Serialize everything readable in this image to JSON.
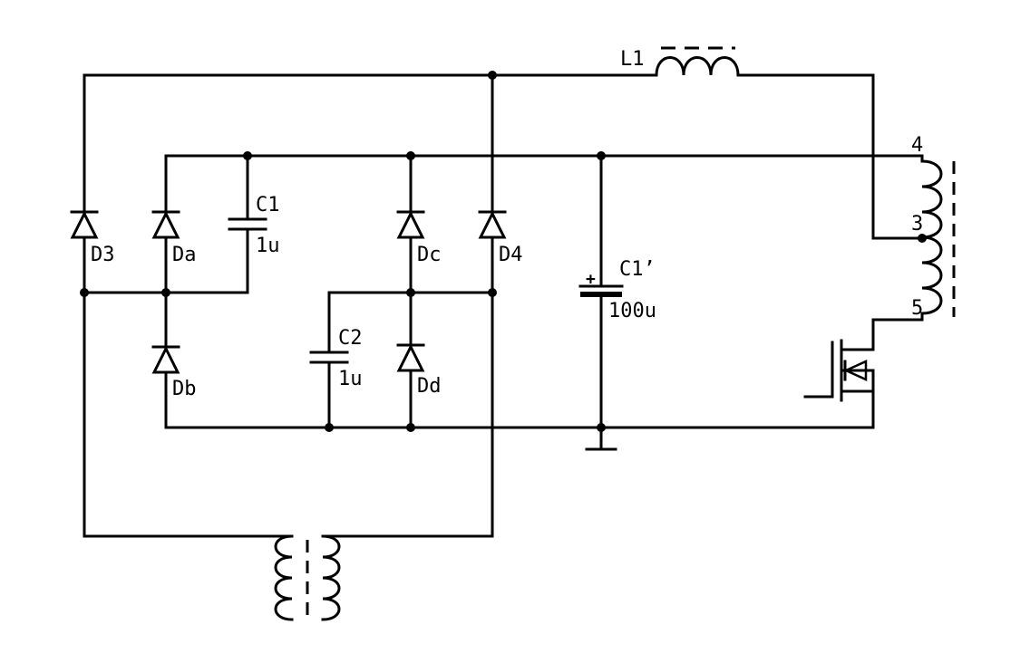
{
  "components": {
    "d3": "D3",
    "da": "Da",
    "db": "Db",
    "dc": "Dc",
    "dd": "Dd",
    "d4": "D4",
    "c1": {
      "name": "C1",
      "value": "1u"
    },
    "c2": {
      "name": "C2",
      "value": "1u"
    },
    "c1p": {
      "name": "C1’",
      "value": "100u",
      "polarity": "+"
    },
    "l1": "L1"
  },
  "pins": {
    "p4": "4",
    "p3": "3",
    "p5": "5"
  }
}
